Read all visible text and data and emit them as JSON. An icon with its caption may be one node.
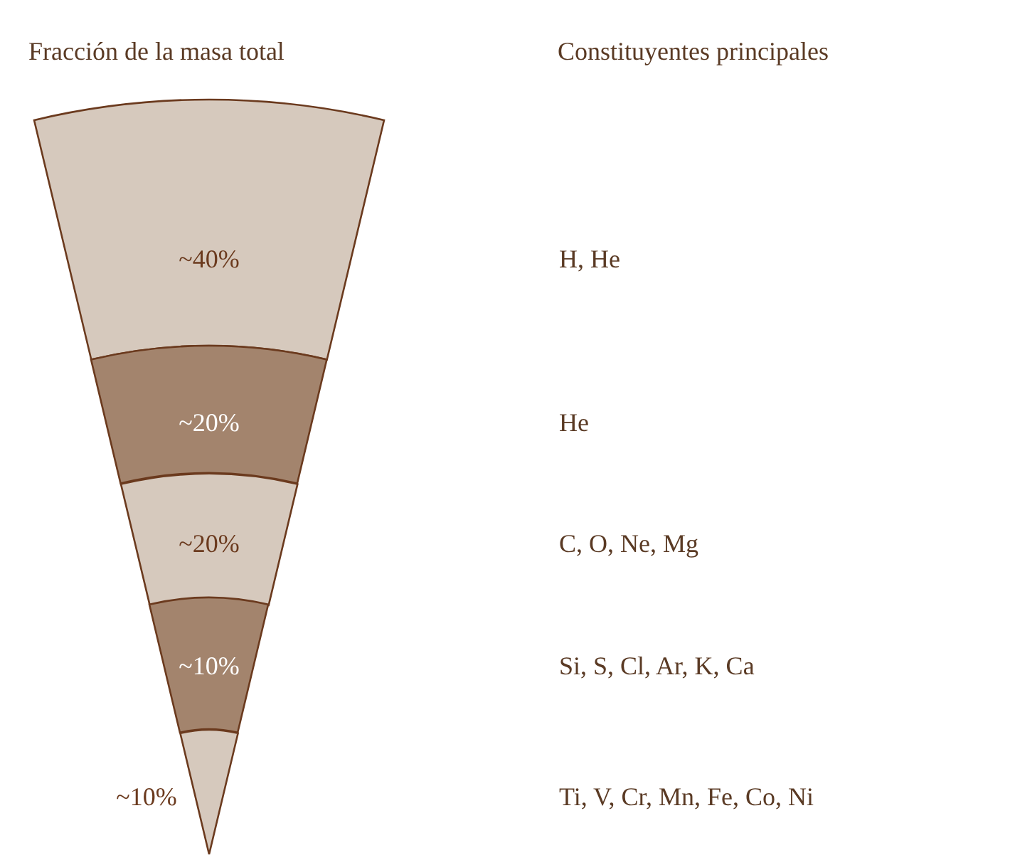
{
  "diagram": {
    "nodes": [
      {
        "text": [
          "~40%"
        ]
      },
      {
        "text": [
          "~20%"
        ]
      },
      {
        "text": [
          "~20%"
        ]
      },
      {
        "text": [
          "~10%"
        ]
      },
      {
        "text": [
          "~10%"
        ]
      }
    ],
    "labels": [
      "Fracción de la masa total",
      "Constituyentes principales",
      "H, He",
      "He",
      "C, O, Ne, Mg",
      "Si, S, Cl, Ar, K, Ca",
      "Ti, V, Cr, Mn, Fe, Co, Ni"
    ]
  }
}
